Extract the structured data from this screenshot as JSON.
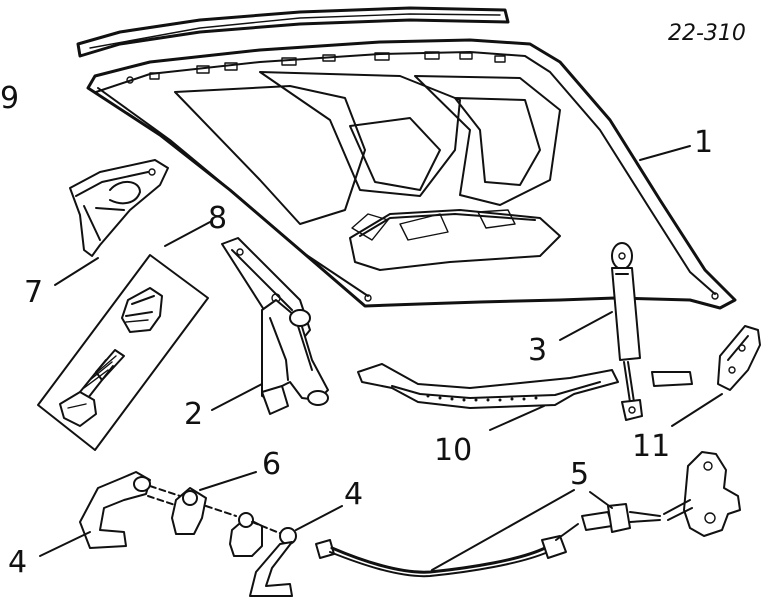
{
  "diagram": {
    "reference_code": "22-310",
    "callouts": [
      {
        "id": "c1",
        "text": "1"
      },
      {
        "id": "c2",
        "text": "2"
      },
      {
        "id": "c3",
        "text": "3"
      },
      {
        "id": "c4a",
        "text": "4"
      },
      {
        "id": "c4b",
        "text": "4"
      },
      {
        "id": "c5",
        "text": "5"
      },
      {
        "id": "c6",
        "text": "6"
      },
      {
        "id": "c7",
        "text": "7"
      },
      {
        "id": "c8",
        "text": "8"
      },
      {
        "id": "c9",
        "text": "9"
      },
      {
        "id": "c10",
        "text": "10"
      },
      {
        "id": "c11",
        "text": "11"
      }
    ]
  },
  "colors": {
    "ink": "#111111",
    "paper": "#ffffff"
  }
}
